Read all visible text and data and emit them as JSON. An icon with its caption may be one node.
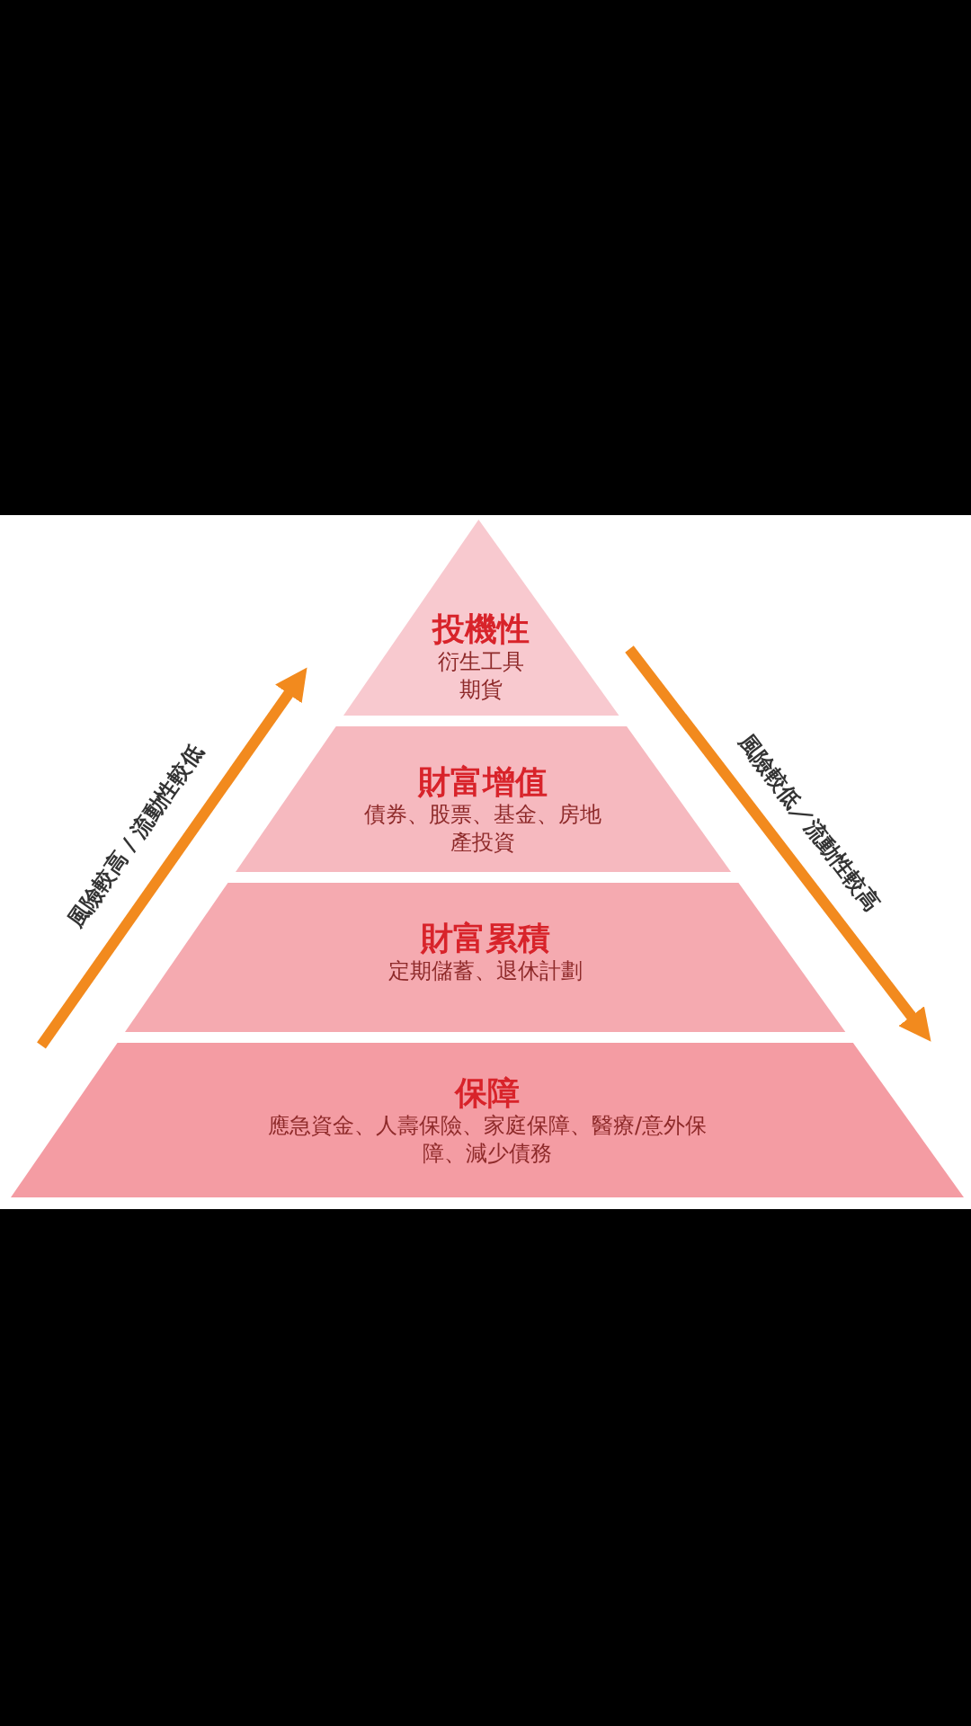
{
  "diagram": {
    "nodes": [
      {
        "text": [
          "投機性",
          "衍生工具",
          "期貨"
        ]
      },
      {
        "text": [
          "財富增值",
          "債券、股票、基金、房地產投資"
        ]
      },
      {
        "text": [
          "財富累積",
          "定期儲蓄、退休計劃"
        ]
      },
      {
        "text": [
          "保障",
          "應急資金、人壽保險、家庭保障、醫療/意外保障、減少債務"
        ]
      }
    ],
    "labels": [
      "風險較高 / 流動性較低",
      "風險較低／流動性較高"
    ]
  }
}
